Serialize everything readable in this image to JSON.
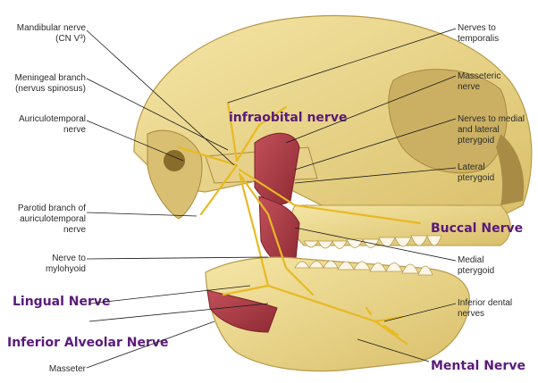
{
  "labels_left": [
    {
      "id": "mandibular",
      "line1": "Mandibular nerve",
      "line2": "(CN V³)"
    },
    {
      "id": "meningeal",
      "line1": "Meningeal branch",
      "line2": "(nervus spinosus)"
    },
    {
      "id": "auriculotemporal",
      "line1": "Auriculotemporal",
      "line2": "nerve"
    },
    {
      "id": "parotid",
      "line1": "Parotid branch of",
      "line2": "auriculotemporal",
      "line3": "nerve"
    },
    {
      "id": "mylohyoid",
      "line1": "Nerve to",
      "line2": "mylohyoid"
    },
    {
      "id": "masseter",
      "line1": "Masseter"
    }
  ],
  "labels_right": [
    {
      "id": "temporalis",
      "line1": "Nerves to",
      "line2": "temporalis"
    },
    {
      "id": "masseteric",
      "line1": "Masseteric",
      "line2": "nerve"
    },
    {
      "id": "pterygoid-nerves",
      "line1": "Nerves to medial",
      "line2": "and lateral",
      "line3": "pterygoid"
    },
    {
      "id": "lateral-pterygoid",
      "line1": "Lateral",
      "line2": "pterygoid"
    },
    {
      "id": "medial-pterygoid",
      "line1": "Medial",
      "line2": "pterygoid"
    },
    {
      "id": "inferior-dental",
      "line1": "Inferior dental",
      "line2": "nerves"
    }
  ],
  "overlay_labels": {
    "infraorbital": "infraobital nerve",
    "buccal": "Buccal Nerve",
    "lingual": "Lingual Nerve",
    "inferior_alveolar": "Inferior Alveolar Nerve",
    "mental": "Mental Nerve"
  },
  "colors": {
    "bone": "#ecd88e",
    "bone_shadow": "#c9ae5c",
    "muscle": "#b03a45",
    "nerve": "#e8b923",
    "overlay_text": "#5a1a7a"
  }
}
